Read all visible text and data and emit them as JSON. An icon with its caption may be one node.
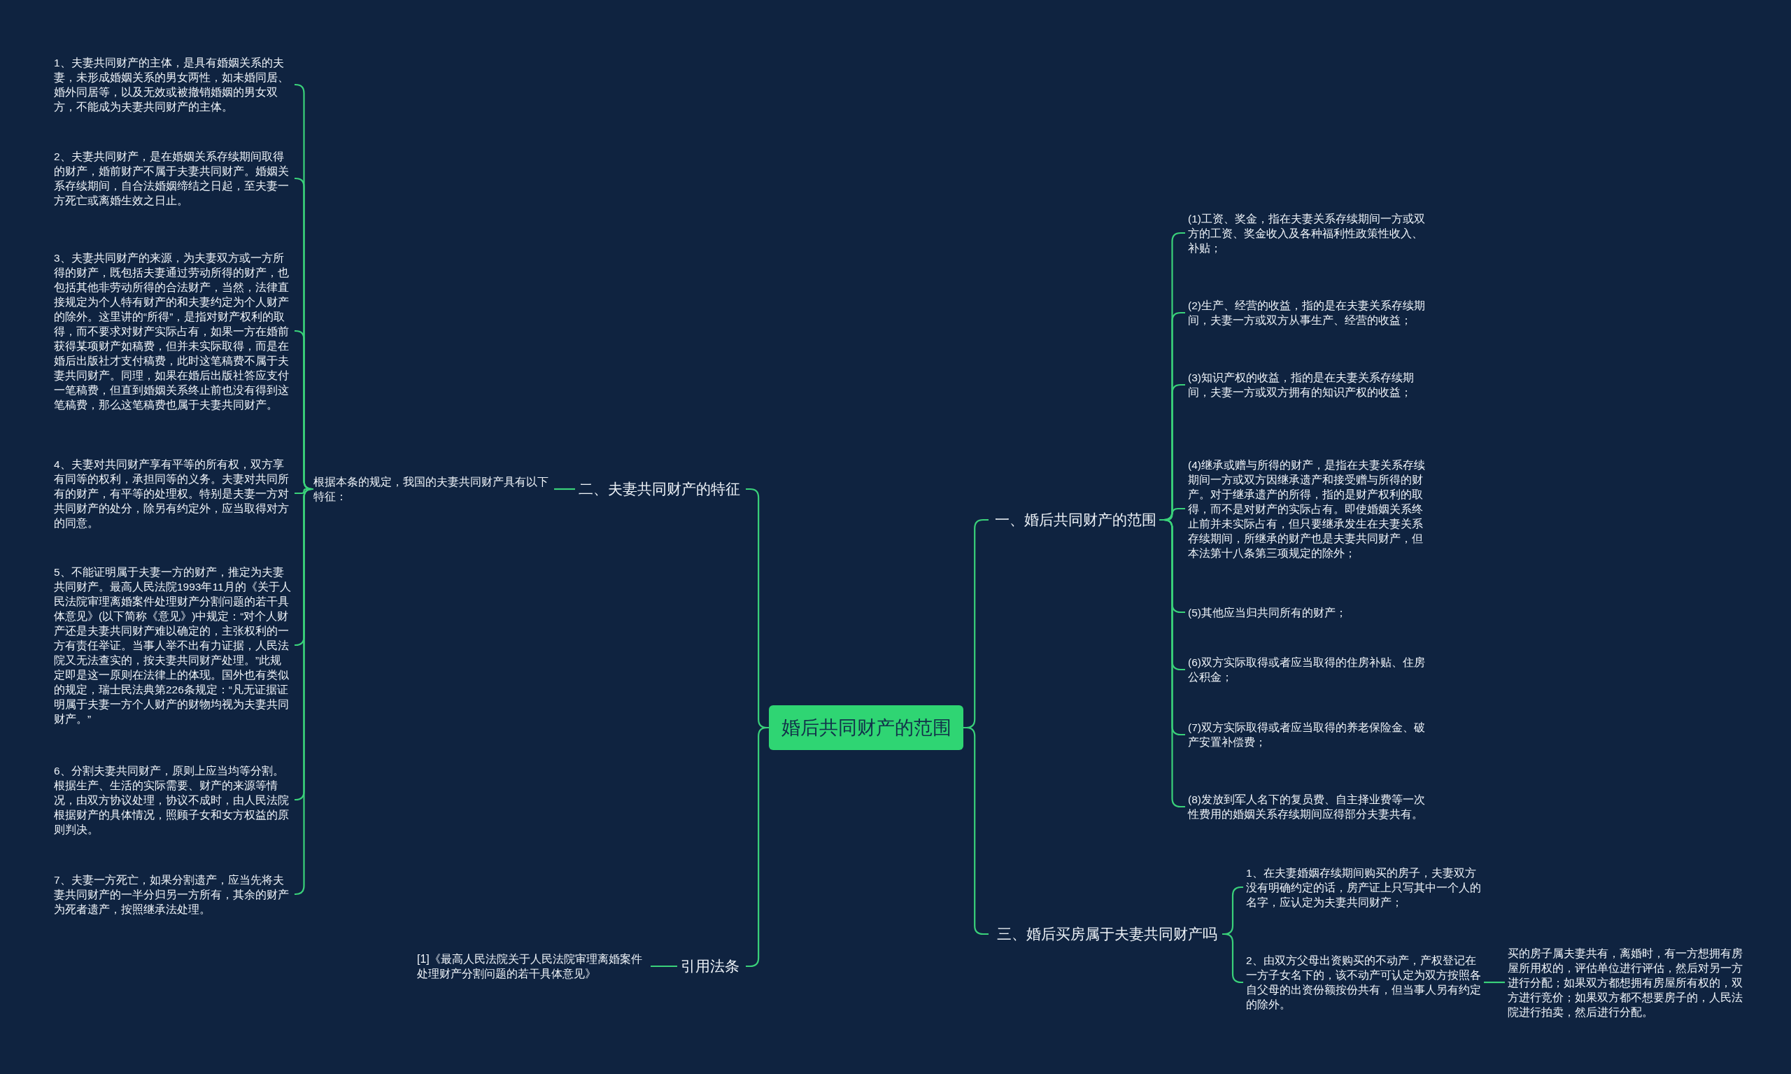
{
  "diagram": {
    "nodes": [
      {
        "text": [
          "婚后共同财产的范围"
        ]
      },
      {
        "text": [
          "一、婚后共同财产的范围"
        ]
      },
      {
        "text": [
          "(1)工资、奖金，指在夫妻关系存续期间一方或双方的工资、奖金收入及各种福利性政策性收入、补贴；"
        ]
      },
      {
        "text": [
          "(2)生产、经营的收益，指的是在夫妻关系存续期间，夫妻一方或双方从事生产、经营的收益；"
        ]
      },
      {
        "text": [
          "(3)知识产权的收益，指的是在夫妻关系存续期间，夫妻一方或双方拥有的知识产权的收益；"
        ]
      },
      {
        "text": [
          "(4)继承或赠与所得的财产，是指在夫妻关系存续期间一方或双方因继承遗产和接受赠与所得的财产。对于继承遗产的所得，指的是财产权利的取得，而不是对财产的实际占有。即使婚姻关系终止前并未实际占有，但只要继承发生在夫妻关系存续期间，所继承的财产也是夫妻共同财产，但本法第十八条第三项规定的除外；"
        ]
      },
      {
        "text": [
          "(5)其他应当归共同所有的财产；"
        ]
      },
      {
        "text": [
          "(6)双方实际取得或者应当取得的住房补贴、住房公积金；"
        ]
      },
      {
        "text": [
          "(7)双方实际取得或者应当取得的养老保险金、破产安置补偿费；"
        ]
      },
      {
        "text": [
          "(8)发放到军人名下的复员费、自主择业费等一次性费用的婚姻关系存续期间应得部分夫妻共有。"
        ]
      },
      {
        "text": [
          "三、婚后买房属于夫妻共同财产吗"
        ]
      },
      {
        "text": [
          "1、在夫妻婚姻存续期间购买的房子，夫妻双方没有明确约定的话，房产证上只写其中一个人的名字，应认定为夫妻共同财产；"
        ]
      },
      {
        "text": [
          "2、由双方父母出资购买的不动产，产权登记在一方子女名下的，该不动产可认定为双方按照各自父母的出资份额按份共有，但当事人另有约定的除外。"
        ]
      },
      {
        "text": [
          "买的房子属夫妻共有，离婚时，有一方想拥有房屋所用权的，评估单位进行评估，然后对另一方进行分配；如果双方都想拥有房屋所有权的，双方进行竞价；如果双方都不想要房子的，人民法院进行拍卖，然后进行分配。"
        ]
      },
      {
        "text": [
          "二、夫妻共同财产的特征"
        ]
      },
      {
        "text": [
          "根据本条的规定，我国的夫妻共同财产具有以下特征："
        ]
      },
      {
        "text": [
          "1、夫妻共同财产的主体，是具有婚姻关系的夫妻，未形成婚姻关系的男女两性，如未婚同居、婚外同居等，以及无效或被撤销婚姻的男女双方，不能成为夫妻共同财产的主体。"
        ]
      },
      {
        "text": [
          "2、夫妻共同财产，是在婚姻关系存续期间取得的财产，婚前财产不属于夫妻共同财产。婚姻关系存续期间，自合法婚姻缔结之日起，至夫妻一方死亡或离婚生效之日止。"
        ]
      },
      {
        "text": [
          "3、夫妻共同财产的来源，为夫妻双方或一方所得的财产，既包括夫妻通过劳动所得的财产，也包括其他非劳动所得的合法财产，当然，法律直接规定为个人特有财产的和夫妻约定为个人财产的除外。这里讲的“所得”，是指对财产权利的取得，而不要求对财产实际占有，如果一方在婚前获得某项财产如稿费，但并未实际取得，而是在婚后出版社才支付稿费，此时这笔稿费不属于夫妻共同财产。同理，如果在婚后出版社答应支付一笔稿费，但直到婚姻关系终止前也没有得到这笔稿费，那么这笔稿费也属于夫妻共同财产。"
        ]
      },
      {
        "text": [
          "4、夫妻对共同财产享有平等的所有权，双方享有同等的权利，承担同等的义务。夫妻对共同所有的财产，有平等的处理权。特别是夫妻一方对共同财产的处分，除另有约定外，应当取得对方的同意。"
        ]
      },
      {
        "text": [
          "5、不能证明属于夫妻一方的财产，推定为夫妻共同财产。最高人民法院1993年11月的《关于人民法院审理离婚案件处理财产分割问题的若干具体意见》(以下简称《意见》)中规定：“对个人财产还是夫妻共同财产难以确定的，主张权利的一方有责任举证。当事人举不出有力证据，人民法院又无法查实的，按夫妻共同财产处理。”此规定即是这一原则在法律上的体现。国外也有类似的规定，瑞士民法典第226条规定：“凡无证据证明属于夫妻一方个人财产的财物均视为夫妻共同财产。”"
        ]
      },
      {
        "text": [
          "6、分割夫妻共同财产，原则上应当均等分割。根据生产、生活的实际需要、财产的来源等情况，由双方协议处理，协议不成时，由人民法院根据财产的具体情况，照顾子女和女方权益的原则判决。"
        ]
      },
      {
        "text": [
          "7、夫妻一方死亡，如果分割遗产，应当先将夫妻共同财产的一半分归另一方所有，其余的财产为死者遗产，按照继承法处理。"
        ]
      },
      {
        "text": [
          "引用法条"
        ]
      },
      {
        "text": [
          "[1]《最高人民法院关于人民法院审理离婚案件处理财产分割问题的若干具体意见》"
        ]
      }
    ],
    "edges": [
      {
        "from": 0,
        "to": 1,
        "arrow": "none"
      },
      {
        "from": 1,
        "to": 2,
        "arrow": "none"
      },
      {
        "from": 1,
        "to": 3,
        "arrow": "none"
      },
      {
        "from": 1,
        "to": 4,
        "arrow": "none"
      },
      {
        "from": 1,
        "to": 5,
        "arrow": "none"
      },
      {
        "from": 1,
        "to": 6,
        "arrow": "none"
      },
      {
        "from": 1,
        "to": 7,
        "arrow": "none"
      },
      {
        "from": 1,
        "to": 8,
        "arrow": "none"
      },
      {
        "from": 1,
        "to": 9,
        "arrow": "none"
      },
      {
        "from": 0,
        "to": 10,
        "arrow": "none"
      },
      {
        "from": 10,
        "to": 11,
        "arrow": "none"
      },
      {
        "from": 10,
        "to": 12,
        "arrow": "none"
      },
      {
        "from": 12,
        "to": 13,
        "arrow": "none"
      },
      {
        "from": 0,
        "to": 14,
        "arrow": "none"
      },
      {
        "from": 14,
        "to": 15,
        "arrow": "none"
      },
      {
        "from": 15,
        "to": 16,
        "arrow": "none"
      },
      {
        "from": 15,
        "to": 17,
        "arrow": "none"
      },
      {
        "from": 15,
        "to": 18,
        "arrow": "none"
      },
      {
        "from": 15,
        "to": 19,
        "arrow": "none"
      },
      {
        "from": 15,
        "to": 20,
        "arrow": "none"
      },
      {
        "from": 15,
        "to": 21,
        "arrow": "none"
      },
      {
        "from": 15,
        "to": 22,
        "arrow": "none"
      },
      {
        "from": 0,
        "to": 23,
        "arrow": "none"
      },
      {
        "from": 23,
        "to": 24,
        "arrow": "none"
      }
    ]
  }
}
